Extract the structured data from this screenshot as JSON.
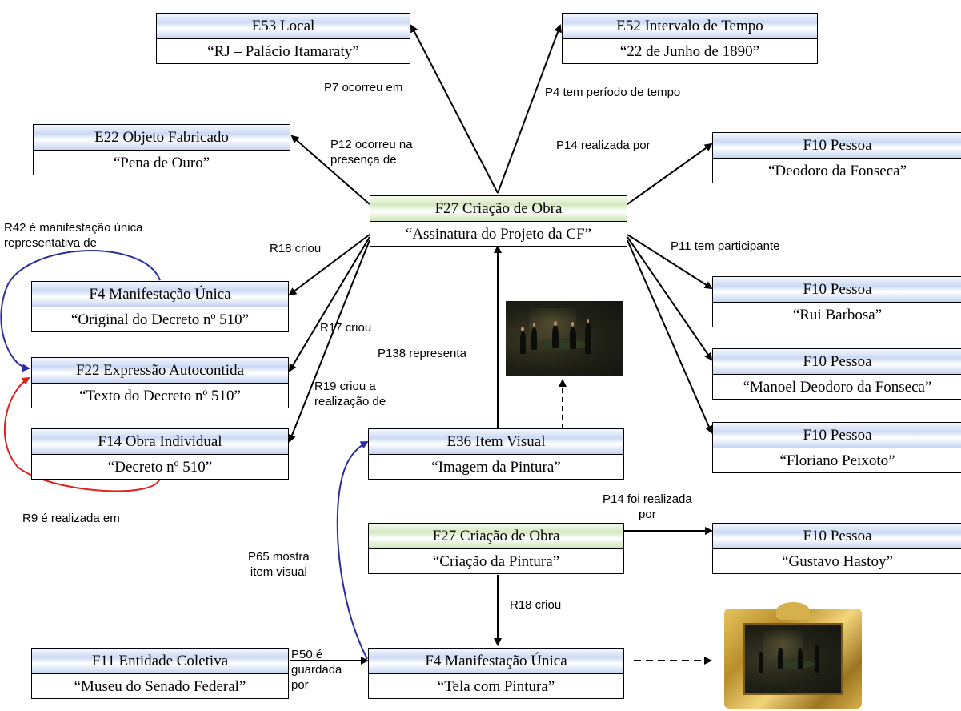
{
  "nodes": {
    "e53": {
      "title": "E53 Local",
      "value": "“RJ – Palácio Itamaraty”"
    },
    "e52": {
      "title": "E52 Intervalo de Tempo",
      "value": "“22 de Junho de 1890”"
    },
    "e22": {
      "title": "E22 Objeto Fabricado",
      "value": "“Pena de Ouro”"
    },
    "f27a": {
      "title": "F27 Criação de Obra",
      "value": "“Assinatura do Projeto da CF”"
    },
    "f10a": {
      "title": "F10 Pessoa",
      "value": "“Deodoro da Fonseca”"
    },
    "f4a": {
      "title": "F4 Manifestação Única",
      "value": "“Original do Decreto nº 510”"
    },
    "f22": {
      "title": "F22 Expressão Autocontida",
      "value": "“Texto do Decreto nº 510”"
    },
    "f14": {
      "title": "F14 Obra Individual",
      "value": "“Decreto nº 510”"
    },
    "f10b": {
      "title": "F10 Pessoa",
      "value": "“Rui Barbosa”"
    },
    "f10c": {
      "title": "F10 Pessoa",
      "value": "“Manoel Deodoro da Fonseca”"
    },
    "f10d": {
      "title": "F10 Pessoa",
      "value": "“Floriano Peixoto”"
    },
    "e36": {
      "title": "E36 Item Visual",
      "value": "“Imagem da Pintura”"
    },
    "f27b": {
      "title": "F27 Criação de Obra",
      "value": "“Criação da Pintura”"
    },
    "f10e": {
      "title": "F10 Pessoa",
      "value": "“Gustavo Hastoy”"
    },
    "f11": {
      "title": "F11 Entidade Coletiva",
      "value": "“Museu do Senado Federal”"
    },
    "f4b": {
      "title": "F4 Manifestação Única",
      "value": "“Tela com Pintura”"
    }
  },
  "labels": {
    "p7": "P7 ocorreu em",
    "p4": "P4 tem período de tempo",
    "p12": "P12 ocorreu na\npresença de",
    "p14a": "P14 realizada por",
    "r42": "R42 é manifestação única\nrepresentativa de",
    "r18a": "R18 criou",
    "p11": "P11 tem participante",
    "r17": "R17 criou",
    "p138": "P138 representa",
    "r19": "R19 criou a\nrealização de",
    "r9": "R9 é realizada em",
    "p14b": "P14 foi realizada\npor",
    "p65": "P65 mostra\nitem visual",
    "r18b": "R18 criou",
    "p50": "P50 é\nguardada\npor"
  },
  "colors": {
    "edge": "#000000",
    "curve_blue": "#2b2f9c",
    "curve_red": "#e0201c",
    "header_blue": "#c4d4f1",
    "header_green": "#cce4b3"
  }
}
